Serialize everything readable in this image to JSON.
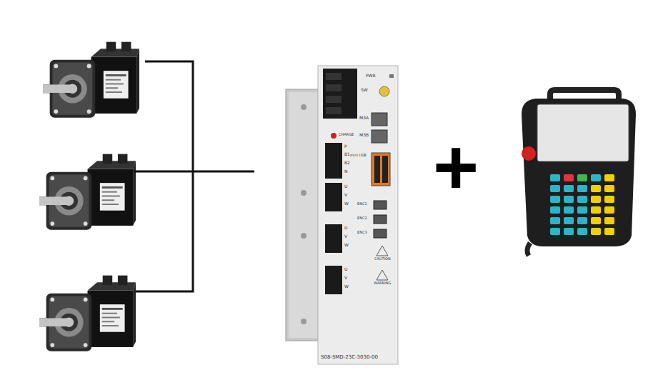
{
  "diagram": {
    "labels": [
      "PWR",
      "SW",
      "M3A",
      "M3B",
      "CHARGE",
      "P",
      "B1",
      "B2",
      "N",
      "mini USB",
      "U",
      "V",
      "W",
      "U",
      "V",
      "W",
      "U",
      "V",
      "W",
      "ENC1",
      "ENC2",
      "ENC3",
      "CAUTION",
      "WARNING",
      "S08-SMD-23C-3030-00",
      "+"
    ]
  }
}
